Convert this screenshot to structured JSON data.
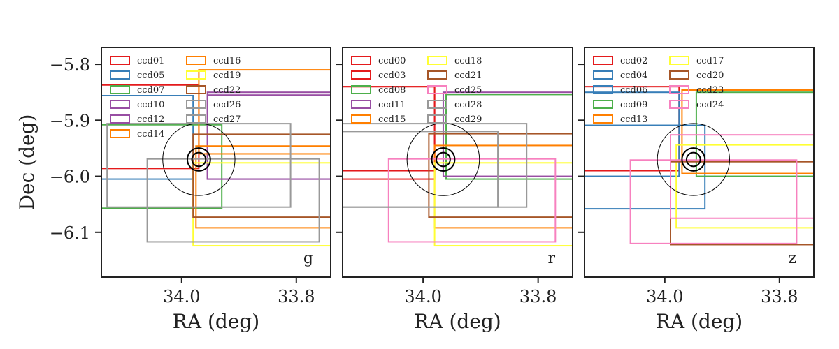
{
  "chart_data": [
    {
      "type": "line",
      "band": "g",
      "xlabel": "RA (deg)",
      "ylabel": "Dec (deg)",
      "xlim": [
        34.14,
        33.74
      ],
      "ylim": [
        -6.18,
        -5.77
      ],
      "xticks": [
        {
          "value": 34.0,
          "label": "34.0"
        },
        {
          "value": 33.8,
          "label": "33.8"
        }
      ],
      "yticks": [
        {
          "value": -5.8,
          "label": "−5.8"
        },
        {
          "value": -5.9,
          "label": "−5.9"
        },
        {
          "value": -6.0,
          "label": "−6.0"
        },
        {
          "value": -6.1,
          "label": "−6.1"
        }
      ],
      "legend_location": "top-left",
      "legend_columns": 2,
      "legend": [
        {
          "name": "ccd01",
          "color": "#e41a1c"
        },
        {
          "name": "ccd05",
          "color": "#377eb8"
        },
        {
          "name": "ccd07",
          "color": "#4daf4a"
        },
        {
          "name": "ccd10",
          "color": "#984ea3"
        },
        {
          "name": "ccd12",
          "color": "#984ea3"
        },
        {
          "name": "ccd14",
          "color": "#ff7f00"
        },
        {
          "name": "ccd16",
          "color": "#ff7f00"
        },
        {
          "name": "ccd19",
          "color": "#ffff33"
        },
        {
          "name": "ccd22",
          "color": "#a65628"
        },
        {
          "name": "ccd26",
          "color": "#999999"
        },
        {
          "name": "ccd27",
          "color": "#999999"
        }
      ],
      "series": [
        {
          "name": "ccd01",
          "color": "#e41a1c",
          "ra": [
            34.3,
            33.97
          ],
          "dec": [
            -5.986,
            -5.837
          ]
        },
        {
          "name": "ccd05",
          "color": "#377eb8",
          "ra": [
            34.3,
            33.98
          ],
          "dec": [
            -6.005,
            -5.856
          ]
        },
        {
          "name": "ccd07",
          "color": "#4daf4a",
          "ra": [
            34.14,
            33.93
          ],
          "dec": [
            -6.057,
            -5.908
          ]
        },
        {
          "name": "ccd10",
          "color": "#984ea3",
          "ra": [
            33.955,
            33.6
          ],
          "dec": [
            -6.005,
            -5.85
          ]
        },
        {
          "name": "ccd12",
          "color": "#984ea3",
          "ra": [
            33.955,
            33.6
          ],
          "dec": [
            -6.005,
            -5.855
          ]
        },
        {
          "name": "ccd14",
          "color": "#ff7f00",
          "ra": [
            33.975,
            33.6
          ],
          "dec": [
            -6.092,
            -5.946
          ]
        },
        {
          "name": "ccd16",
          "color": "#ff7f00",
          "ra": [
            33.97,
            33.6
          ],
          "dec": [
            -5.96,
            -5.81
          ]
        },
        {
          "name": "ccd19",
          "color": "#ffff33",
          "ra": [
            33.98,
            33.6
          ],
          "dec": [
            -6.124,
            -5.976
          ]
        },
        {
          "name": "ccd22",
          "color": "#a65628",
          "ra": [
            33.98,
            33.6
          ],
          "dec": [
            -6.073,
            -5.925
          ]
        },
        {
          "name": "ccd26",
          "color": "#999999",
          "ra": [
            34.13,
            33.81
          ],
          "dec": [
            -6.055,
            -5.906
          ]
        },
        {
          "name": "ccd27",
          "color": "#999999",
          "ra": [
            34.06,
            33.76
          ],
          "dec": [
            -6.117,
            -5.969
          ]
        }
      ],
      "circles": [
        {
          "ra": 33.97,
          "dec": -5.97,
          "radius": 0.063
        },
        {
          "ra": 33.97,
          "dec": -5.97,
          "radius": 0.02
        },
        {
          "ra": 33.97,
          "dec": -5.97,
          "radius": 0.012
        }
      ]
    },
    {
      "type": "line",
      "band": "r",
      "xlabel": "RA (deg)",
      "ylabel": "",
      "xlim": [
        34.14,
        33.74
      ],
      "ylim": [
        -6.18,
        -5.77
      ],
      "xticks": [
        {
          "value": 34.0,
          "label": "34.0"
        },
        {
          "value": 33.8,
          "label": "33.8"
        }
      ],
      "yticks": [
        {
          "value": -5.8,
          "label": ""
        },
        {
          "value": -5.9,
          "label": ""
        },
        {
          "value": -6.0,
          "label": ""
        },
        {
          "value": -6.1,
          "label": ""
        }
      ],
      "legend_location": "top-left",
      "legend_columns": 2,
      "legend": [
        {
          "name": "ccd00",
          "color": "#e41a1c"
        },
        {
          "name": "ccd03",
          "color": "#e41a1c"
        },
        {
          "name": "ccd08",
          "color": "#4daf4a"
        },
        {
          "name": "ccd11",
          "color": "#984ea3"
        },
        {
          "name": "ccd15",
          "color": "#ff7f00"
        },
        {
          "name": "ccd18",
          "color": "#ffff33"
        },
        {
          "name": "ccd21",
          "color": "#a65628"
        },
        {
          "name": "ccd25",
          "color": "#f781bf"
        },
        {
          "name": "ccd28",
          "color": "#999999"
        },
        {
          "name": "ccd29",
          "color": "#999999"
        }
      ],
      "series": [
        {
          "name": "ccd00",
          "color": "#e41a1c",
          "ra": [
            34.3,
            33.98
          ],
          "dec": [
            -5.99,
            -5.84
          ]
        },
        {
          "name": "ccd03",
          "color": "#e41a1c",
          "ra": [
            34.3,
            33.98
          ],
          "dec": [
            -6.005,
            -5.84
          ]
        },
        {
          "name": "ccd08",
          "color": "#4daf4a",
          "ra": [
            33.96,
            33.6
          ],
          "dec": [
            -6.005,
            -5.854
          ]
        },
        {
          "name": "ccd11",
          "color": "#984ea3",
          "ra": [
            33.965,
            33.6
          ],
          "dec": [
            -6.0,
            -5.85
          ]
        },
        {
          "name": "ccd15",
          "color": "#ff7f00",
          "ra": [
            33.98,
            33.6
          ],
          "dec": [
            -6.092,
            -5.945
          ]
        },
        {
          "name": "ccd18",
          "color": "#ffff33",
          "ra": [
            33.98,
            33.6
          ],
          "dec": [
            -6.124,
            -5.976
          ]
        },
        {
          "name": "ccd21",
          "color": "#a65628",
          "ra": [
            33.99,
            33.6
          ],
          "dec": [
            -6.073,
            -5.924
          ]
        },
        {
          "name": "ccd25",
          "color": "#f781bf",
          "ra": [
            34.06,
            33.77
          ],
          "dec": [
            -6.117,
            -5.969
          ]
        },
        {
          "name": "ccd28",
          "color": "#999999",
          "ra": [
            34.14,
            33.82
          ],
          "dec": [
            -6.055,
            -5.906
          ]
        },
        {
          "name": "ccd29",
          "color": "#999999",
          "ra": [
            34.15,
            33.87
          ],
          "dec": [
            -6.055,
            -5.92
          ]
        }
      ],
      "circles": [
        {
          "ra": 33.965,
          "dec": -5.97,
          "radius": 0.063
        },
        {
          "ra": 33.965,
          "dec": -5.97,
          "radius": 0.02
        },
        {
          "ra": 33.965,
          "dec": -5.97,
          "radius": 0.012
        }
      ]
    },
    {
      "type": "line",
      "band": "z",
      "xlabel": "RA (deg)",
      "ylabel": "",
      "xlim": [
        34.14,
        33.74
      ],
      "ylim": [
        -6.18,
        -5.77
      ],
      "xticks": [
        {
          "value": 34.0,
          "label": "34.0"
        },
        {
          "value": 33.8,
          "label": "33.8"
        }
      ],
      "yticks": [
        {
          "value": -5.8,
          "label": ""
        },
        {
          "value": -5.9,
          "label": ""
        },
        {
          "value": -6.0,
          "label": ""
        },
        {
          "value": -6.1,
          "label": ""
        }
      ],
      "legend_location": "top-left",
      "legend_columns": 2,
      "legend": [
        {
          "name": "ccd02",
          "color": "#e41a1c"
        },
        {
          "name": "ccd04",
          "color": "#377eb8"
        },
        {
          "name": "ccd06",
          "color": "#377eb8"
        },
        {
          "name": "ccd09",
          "color": "#4daf4a"
        },
        {
          "name": "ccd13",
          "color": "#ff7f00"
        },
        {
          "name": "ccd17",
          "color": "#ffff33"
        },
        {
          "name": "ccd20",
          "color": "#a65628"
        },
        {
          "name": "ccd23",
          "color": "#f781bf"
        },
        {
          "name": "ccd24",
          "color": "#f781bf"
        }
      ],
      "series": [
        {
          "name": "ccd02",
          "color": "#e41a1c",
          "ra": [
            34.3,
            33.975
          ],
          "dec": [
            -5.99,
            -5.84
          ]
        },
        {
          "name": "ccd04",
          "color": "#377eb8",
          "ra": [
            34.3,
            33.93
          ],
          "dec": [
            -6.058,
            -5.909
          ]
        },
        {
          "name": "ccd06",
          "color": "#377eb8",
          "ra": [
            34.3,
            33.975
          ],
          "dec": [
            -6.0,
            -5.85
          ]
        },
        {
          "name": "ccd09",
          "color": "#4daf4a",
          "ra": [
            33.945,
            33.6
          ],
          "dec": [
            -6.0,
            -5.85
          ]
        },
        {
          "name": "ccd13",
          "color": "#ff7f00",
          "ra": [
            33.97,
            33.6
          ],
          "dec": [
            -5.995,
            -5.846
          ]
        },
        {
          "name": "ccd17",
          "color": "#ffff33",
          "ra": [
            33.98,
            33.6
          ],
          "dec": [
            -6.092,
            -5.944
          ]
        },
        {
          "name": "ccd20",
          "color": "#a65628",
          "ra": [
            33.99,
            33.6
          ],
          "dec": [
            -6.122,
            -5.974
          ]
        },
        {
          "name": "ccd23",
          "color": "#f781bf",
          "ra": [
            34.06,
            33.77
          ],
          "dec": [
            -6.12,
            -5.971
          ]
        },
        {
          "name": "ccd24",
          "color": "#f781bf",
          "ra": [
            33.99,
            33.6
          ],
          "dec": [
            -6.075,
            -5.926
          ]
        }
      ],
      "circles": [
        {
          "ra": 33.95,
          "dec": -5.97,
          "radius": 0.063
        },
        {
          "ra": 33.95,
          "dec": -5.97,
          "radius": 0.02
        },
        {
          "ra": 33.95,
          "dec": -5.97,
          "radius": 0.012
        }
      ]
    }
  ]
}
